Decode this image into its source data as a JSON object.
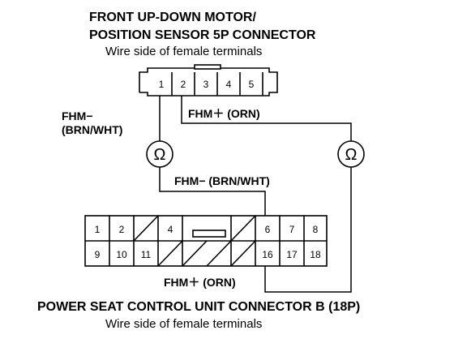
{
  "top_connector": {
    "title_line1": "FRONT UP-DOWN MOTOR/",
    "title_line2": "POSITION SENSOR 5P CONNECTOR",
    "subtitle": "Wire side of female terminals",
    "terminals": [
      "1",
      "2",
      "3",
      "4",
      "5"
    ]
  },
  "bottom_connector": {
    "title": "POWER SEAT CONTROL UNIT CONNECTOR B (18P)",
    "subtitle": "Wire side of female terminals",
    "row1": [
      "1",
      "2",
      "",
      "4",
      "",
      "6",
      "7",
      "8"
    ],
    "row2": [
      "9",
      "10",
      "11",
      "",
      "",
      "16",
      "17",
      "18"
    ]
  },
  "wires": {
    "fhm_minus_left_line1": "FHM−",
    "fhm_minus_left_line2": "(BRN/WHT)",
    "fhm_plus_top": "FHM＋ (ORN)",
    "fhm_minus_mid": "FHM− (BRN/WHT)",
    "fhm_plus_bottom": "FHM＋ (ORN)"
  },
  "meters": {
    "symbol": "Ω",
    "icon": "ohmmeter-icon"
  }
}
